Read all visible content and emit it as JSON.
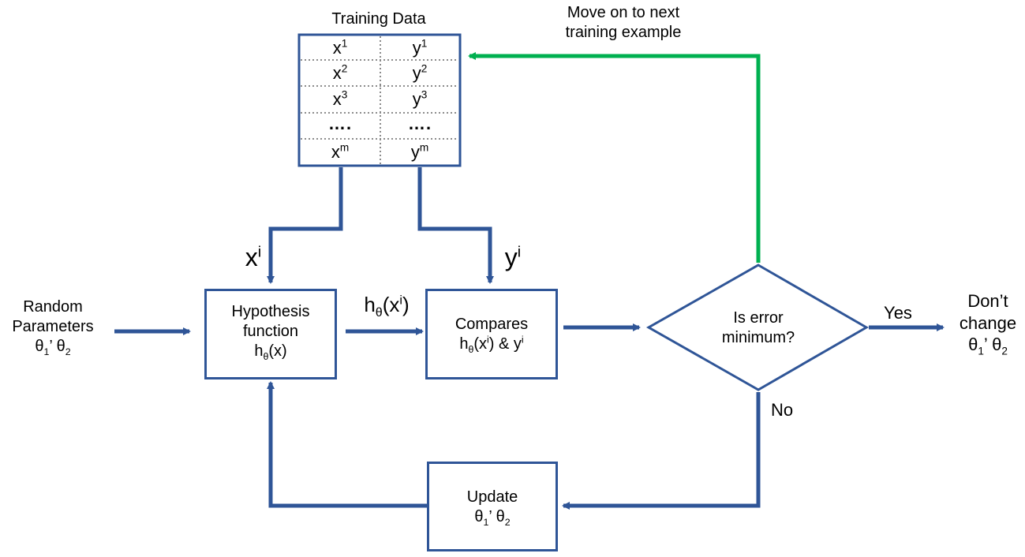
{
  "colors": {
    "primary": "#2f5597",
    "loop": "#00b050"
  },
  "training_data": {
    "title": "Training Data",
    "rows": [
      {
        "x": "x",
        "x_sup": "1",
        "y": "y",
        "y_sup": "1"
      },
      {
        "x": "x",
        "x_sup": "2",
        "y": "y",
        "y_sup": "2"
      },
      {
        "x": "x",
        "x_sup": "3",
        "y": "y",
        "y_sup": "3"
      },
      {
        "x": "….",
        "x_sup": "",
        "y": "….",
        "y_sup": ""
      },
      {
        "x": "x",
        "x_sup": "m",
        "y": "y",
        "y_sup": "m"
      }
    ]
  },
  "feedback_label": {
    "line1": "Move on to next",
    "line2": "training example"
  },
  "random_params": {
    "line1": "Random",
    "line2": "Parameters",
    "theta": "θ",
    "sub1": "1",
    "sep": "’ ",
    "sub2": "2"
  },
  "xi_label": {
    "base": "x",
    "sup": "i"
  },
  "yi_label": {
    "base": "y",
    "sup": "i"
  },
  "hypothesis": {
    "line1": "Hypothesis",
    "line2": "function",
    "h": "h",
    "sub": "θ",
    "arg": "(x)"
  },
  "h_label": {
    "h": "h",
    "sub": "θ",
    "open": "(x",
    "sup": "i",
    "close": ")"
  },
  "compare": {
    "line1": "Compares",
    "h": "h",
    "sub": "θ",
    "open": "(x",
    "sup": "i",
    "mid": ") & y",
    "sup2": "i"
  },
  "decision": {
    "line1": "Is error",
    "line2": "minimum?"
  },
  "yes_label": "Yes",
  "no_label": "No",
  "result": {
    "line1": "Don’t",
    "line2": "change",
    "theta": "θ",
    "sub1": "1",
    "sep": "’ ",
    "sub2": "2"
  },
  "update": {
    "line1": "Update",
    "theta": "θ",
    "sub1": "1",
    "sep": "’ ",
    "sub2": "2"
  }
}
